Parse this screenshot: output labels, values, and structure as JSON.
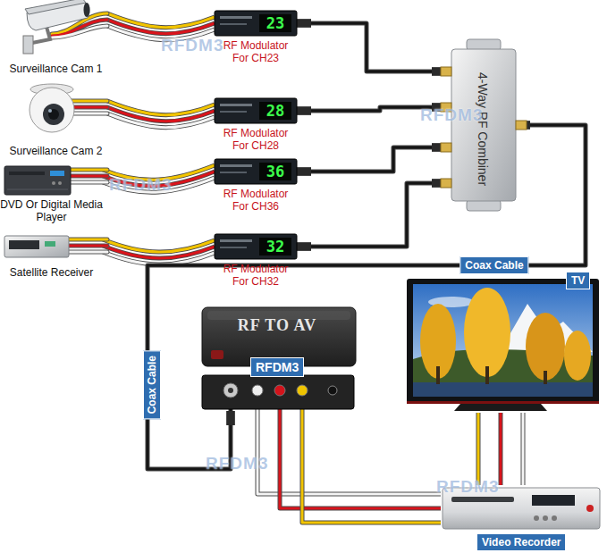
{
  "diagram": {
    "nodes": [
      {
        "text": [
          "Surveillance Cam 1"
        ]
      },
      {
        "text": [
          "23",
          "RF Modulator For CH23"
        ]
      },
      {
        "text": [
          "Surveillance Cam 2"
        ]
      },
      {
        "text": [
          "28",
          "RF Modulator For CH28"
        ]
      },
      {
        "text": [
          "DVD Or Digital Media Player"
        ]
      },
      {
        "text": [
          "36",
          "RF Modulator For CH36"
        ]
      },
      {
        "text": [
          "Satellite Receiver"
        ]
      },
      {
        "text": [
          "32",
          "RF Modulator For CH32"
        ]
      },
      {
        "text": [
          "4-Way RF Combiner"
        ]
      },
      {
        "text": [
          "RF TO AV",
          "RFDM3"
        ]
      },
      {
        "text": [
          "TV"
        ]
      },
      {
        "text": [
          "Video Recorder"
        ]
      }
    ],
    "edges": [
      {
        "from": 0,
        "to": 1,
        "arrow": "none"
      },
      {
        "from": 2,
        "to": 3,
        "arrow": "none"
      },
      {
        "from": 4,
        "to": 5,
        "arrow": "none"
      },
      {
        "from": 6,
        "to": 7,
        "arrow": "none"
      },
      {
        "from": 1,
        "to": 8,
        "arrow": "none"
      },
      {
        "from": 3,
        "to": 8,
        "arrow": "none"
      },
      {
        "from": 5,
        "to": 8,
        "arrow": "none"
      },
      {
        "from": 7,
        "to": 8,
        "arrow": "none"
      },
      {
        "from": 8,
        "to": 9,
        "label": "Coax Cable",
        "arrow": "none"
      },
      {
        "from": 9,
        "to": 11,
        "arrow": "none"
      },
      {
        "from": 11,
        "to": 10,
        "arrow": "none"
      }
    ],
    "labels": [
      "Coax Cable",
      "RFDM3",
      "RFDM3",
      "RFDM3",
      "RFDM3",
      "RFDM3"
    ]
  }
}
